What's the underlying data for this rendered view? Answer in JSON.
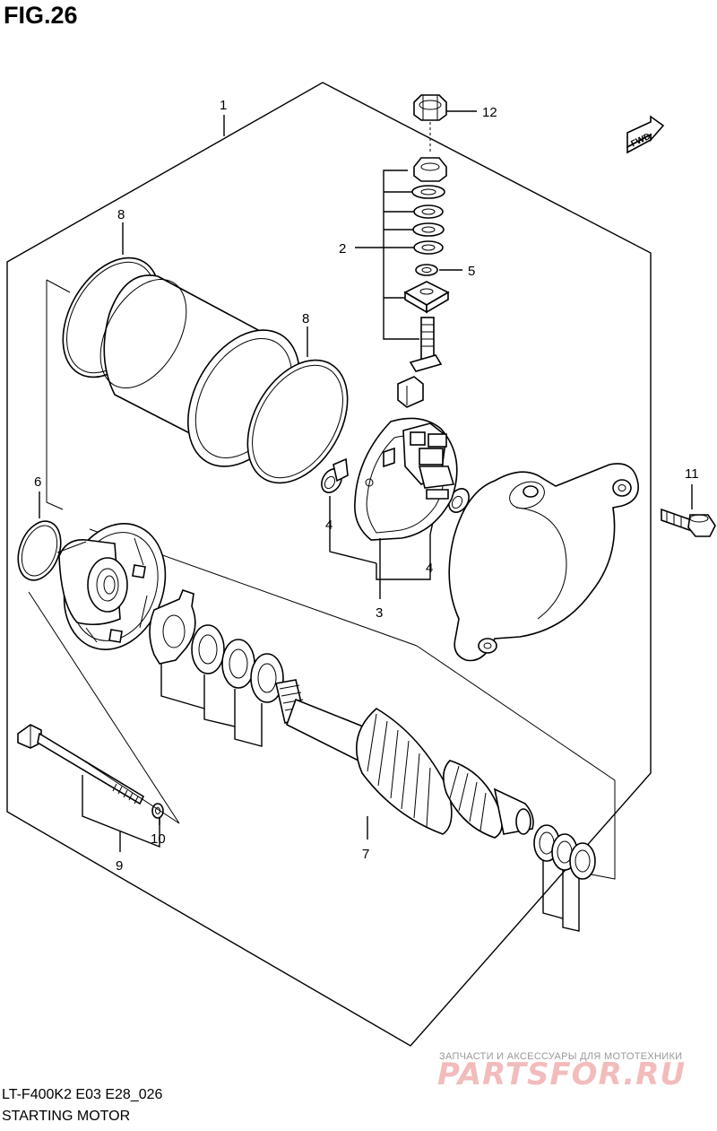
{
  "figure": {
    "title": "FIG.26"
  },
  "callouts": {
    "c1": "1",
    "c2": "2",
    "c3": "3",
    "c4a": "4",
    "c4b": "4",
    "c5": "5",
    "c6": "6",
    "c7": "7",
    "c8a": "8",
    "c8b": "8",
    "c9": "9",
    "c10": "10",
    "c11": "11",
    "c12": "12"
  },
  "fwd_label": "FWD",
  "footer": {
    "model_code": "LT-F400K2 E03 E28_026",
    "title": "STARTING MOTOR"
  },
  "watermark": {
    "subtitle": "ЗАПЧАСТИ И АКСЕССУАРЫ ДЛЯ МОТОТЕХНИКИ",
    "logo": "PARTSFOR.RU"
  }
}
